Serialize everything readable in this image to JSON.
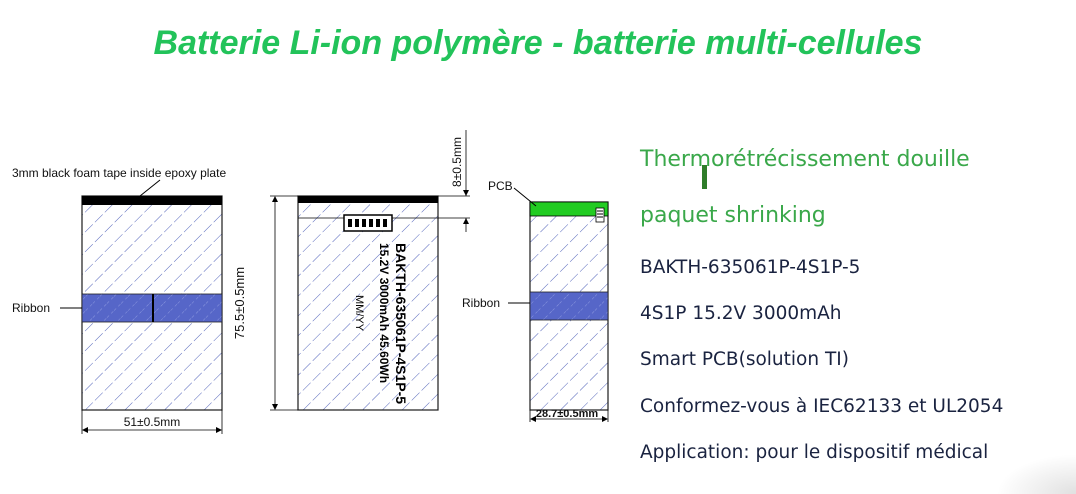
{
  "title": "Batterie Li-ion polymère - batterie multi-cellules",
  "drawing": {
    "foam_tape_label": "3mm black foam tape inside epoxy plate",
    "ribbon_label": "Ribbon",
    "width_dim": "51±0.5mm",
    "height_dim": "75.5±0.5mm",
    "pcb_height_dim": "8±0.5mm",
    "pcb_label": "PCB",
    "ribbon_label_side": "Ribbon",
    "thickness_dim": "28.7±0.5mm",
    "cell_text_line1": "BAKTH-635061P-4S1P-5",
    "cell_text_line2": "15.2V 3000mAh 45.60Wh",
    "cell_text_line3": "MM/YY"
  },
  "specs": {
    "line1": "Thermorétrécissement douille",
    "line2": "paquet shrinking",
    "model": "BAKTH-635061P-4S1P-5",
    "rating": "4S1P 15.2V 3000mAh",
    "pcb": "Smart PCB(solution TI)",
    "compliance": "Conformez-vous à IEC62133 et UL2054",
    "application": "Application: pour le dispositif médical"
  },
  "colors": {
    "title": "#22c35a",
    "spec_green": "#3aa84a",
    "spec_navy": "#1a2340",
    "hatch": "#3344aa",
    "ribbon": "#4a5ccc"
  }
}
